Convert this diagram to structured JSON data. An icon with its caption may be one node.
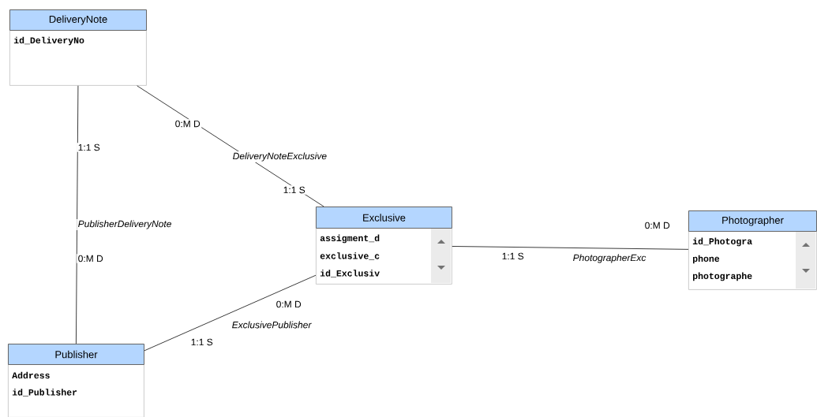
{
  "diagram": {
    "nodes": [
      {
        "text": [
          "DeliveryNote",
          "id_DeliveryNo"
        ]
      },
      {
        "text": [
          "Exclusive",
          "assigment_d",
          "exclusive_c",
          "id_Exclusiv"
        ]
      },
      {
        "text": [
          "Photographer",
          "id_Photogra",
          "phone",
          "photographe"
        ]
      },
      {
        "text": [
          "Publisher",
          "Address",
          "id_Publisher"
        ]
      }
    ],
    "edges": [
      {
        "from": 0,
        "to": 3,
        "arrow": "none",
        "label": "PublisherDeliveryNote"
      },
      {
        "from": 0,
        "to": 1,
        "arrow": "none",
        "label": "DeliveryNoteExclusive"
      },
      {
        "from": 1,
        "to": 2,
        "arrow": "none",
        "label": "PhotographerExc"
      },
      {
        "from": 1,
        "to": 3,
        "arrow": "none",
        "label": "ExclusivePublisher"
      }
    ],
    "labels": [
      "0:M D",
      "1:1 S",
      "1:1 S",
      "0:M D",
      "1:1 S",
      "0:M D",
      "0:M D",
      "1:1 S"
    ]
  }
}
